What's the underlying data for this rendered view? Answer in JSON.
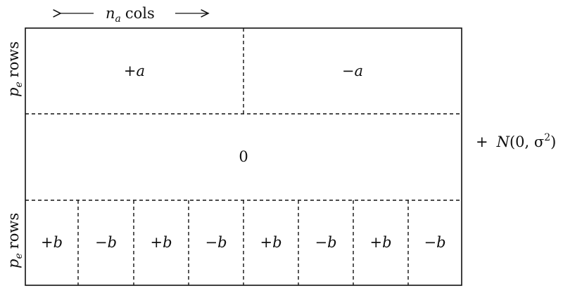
{
  "top_label": {
    "var": "n",
    "sub": "a",
    "text": "cols"
  },
  "side_labels": [
    {
      "var": "p",
      "sub": "e",
      "text": "rows"
    },
    {
      "var": "p",
      "sub": "e",
      "text": "rows"
    }
  ],
  "top_cells": [
    {
      "sign": "+",
      "var": "a"
    },
    {
      "sign": "−",
      "var": "a"
    }
  ],
  "middle_cell": {
    "text": "0"
  },
  "bottom_cells": [
    {
      "sign": "+",
      "var": "b"
    },
    {
      "sign": "−",
      "var": "b"
    },
    {
      "sign": "+",
      "var": "b"
    },
    {
      "sign": "−",
      "var": "b"
    },
    {
      "sign": "+",
      "var": "b"
    },
    {
      "sign": "−",
      "var": "b"
    },
    {
      "sign": "+",
      "var": "b"
    },
    {
      "sign": "−",
      "var": "b"
    }
  ],
  "noise": {
    "plus": "+",
    "N": "N",
    "open": "(0, σ",
    "exp": "2",
    "close": ")"
  }
}
